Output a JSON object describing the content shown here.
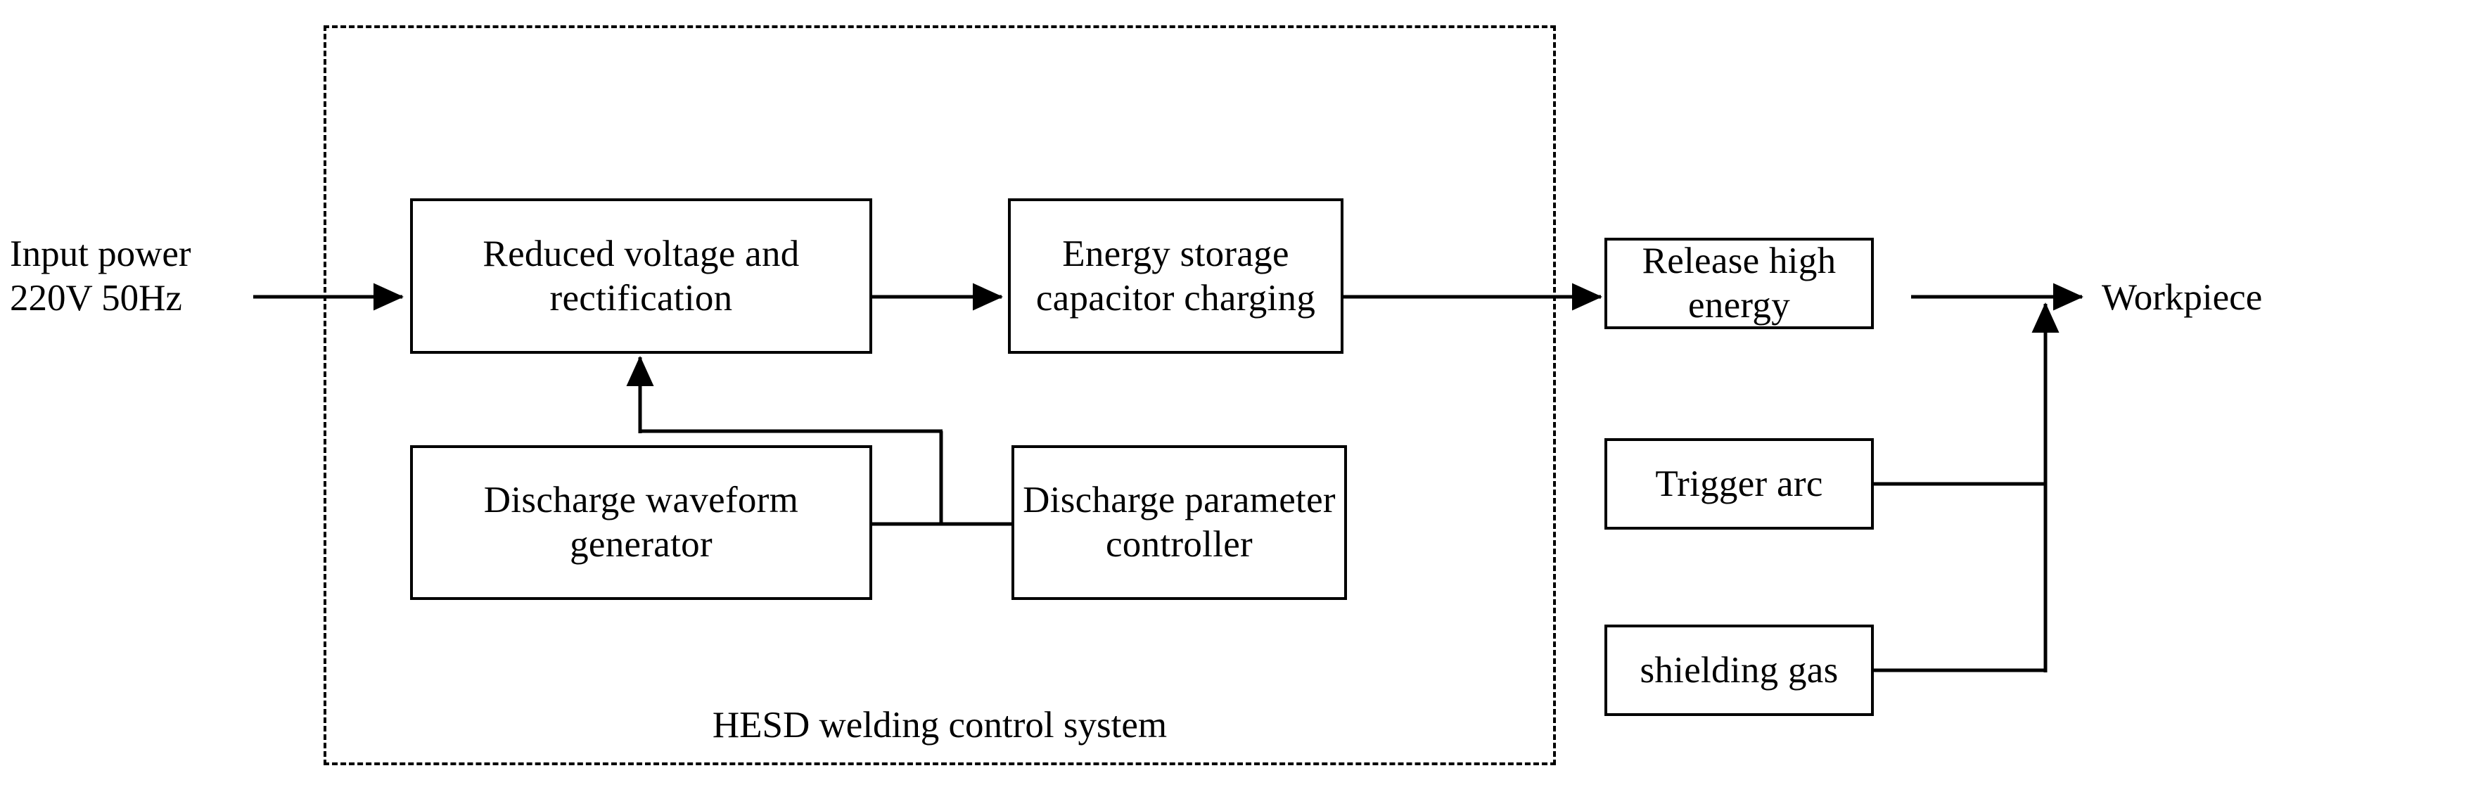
{
  "diagram": {
    "title_caption": "HESD welding control system",
    "colors": {
      "line": "#000000",
      "background": "#ffffff",
      "text": "#000000"
    },
    "labels": {
      "input_power": "Input power\n220V 50Hz",
      "workpiece": "Workpiece"
    },
    "boxes": {
      "reduced_voltage": "Reduced voltage and\nrectification",
      "energy_storage": "Energy storage\ncapacitor charging",
      "release_high_energy": "Release high energy",
      "discharge_waveform": "Discharge waveform\ngenerator",
      "discharge_parameter": "Discharge parameter\ncontroller",
      "trigger_arc": "Trigger arc",
      "shielding_gas": "shielding gas"
    },
    "connections": [
      {
        "name": "input-to-reduced",
        "arrow": true
      },
      {
        "name": "reduced-to-storage",
        "arrow": true
      },
      {
        "name": "storage-to-release",
        "arrow": true
      },
      {
        "name": "release-to-workpiece",
        "arrow": true
      },
      {
        "name": "waveform-to-reduced-feedback",
        "arrow": true
      },
      {
        "name": "parameter-to-waveform",
        "arrow": false
      },
      {
        "name": "parameter-to-reduced-branch",
        "arrow": false
      },
      {
        "name": "trigger-arc-to-workpiece",
        "arrow": false
      },
      {
        "name": "shielding-gas-to-workpiece",
        "arrow": false
      }
    ]
  }
}
